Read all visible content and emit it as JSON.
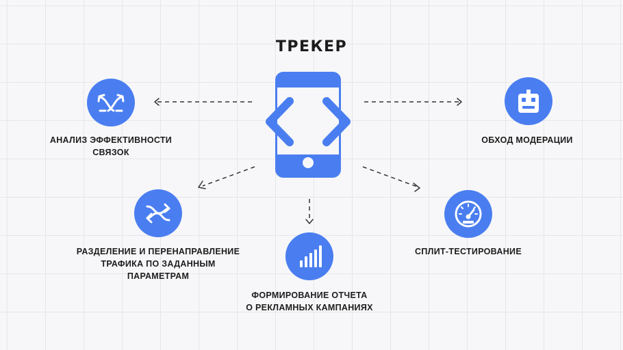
{
  "diagram": {
    "title": "ТРЕКЕР",
    "center_icon": "smartphone-code-icon",
    "accent_color": "#4a7ef0",
    "nodes": [
      {
        "id": "analysis",
        "icon": "crossing-arrows-icon",
        "label_lines": [
          "АНАЛИЗ ЭФФЕКТИВНОСТИ",
          "СВЯЗОК"
        ]
      },
      {
        "id": "moderation",
        "icon": "robot-icon",
        "label_lines": [
          "ОБХОД МОДЕРАЦИИ"
        ]
      },
      {
        "id": "traffic",
        "icon": "swap-arrows-icon",
        "label_lines": [
          "РАЗДЕЛЕНИЕ И ПЕРЕНАПРАВЛЕНИЕ",
          "ТРАФИКА ПО ЗАДАННЫМ",
          "ПАРАМЕТРАМ"
        ]
      },
      {
        "id": "report",
        "icon": "bar-chart-icon",
        "label_lines": [
          "ФОРМИРОВАНИЕ ОТЧЕТА",
          "О РЕКЛАМНЫХ КАМПАНИЯХ"
        ]
      },
      {
        "id": "split",
        "icon": "speedometer-icon",
        "label_lines": [
          "СПЛИТ-ТЕСТИРОВАНИЕ"
        ]
      }
    ]
  }
}
